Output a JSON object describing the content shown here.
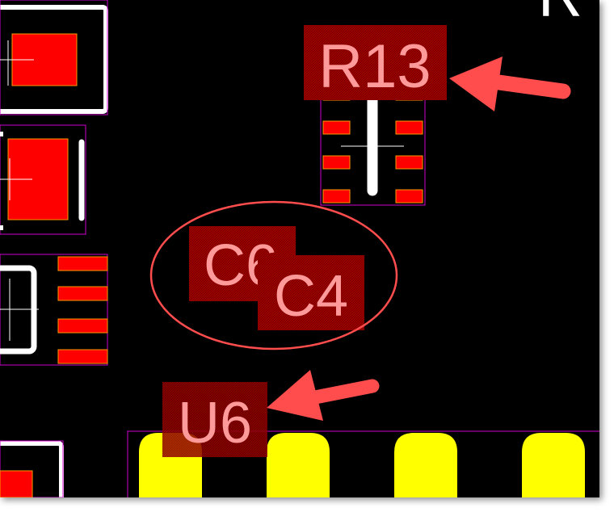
{
  "canvas": {
    "background": "#000000"
  },
  "colors": {
    "pad": "#ff0000",
    "pad_outline": "#ff9900",
    "silkscreen": "#ffffff",
    "courtyard": "#cc00cc",
    "designator_highlight": "#8b0000",
    "designator_text": "#ff9a9a",
    "annotation": "#ff4d4d",
    "large_pad": "#ffff00"
  },
  "designators": {
    "r13": "R13",
    "c6": "C6",
    "c4": "C4",
    "u6": "U6",
    "top_right_partial": "R"
  },
  "annotations": {
    "arrow_icon": "arrow-icon",
    "ellipse_icon": "ellipse-highlight-icon"
  }
}
